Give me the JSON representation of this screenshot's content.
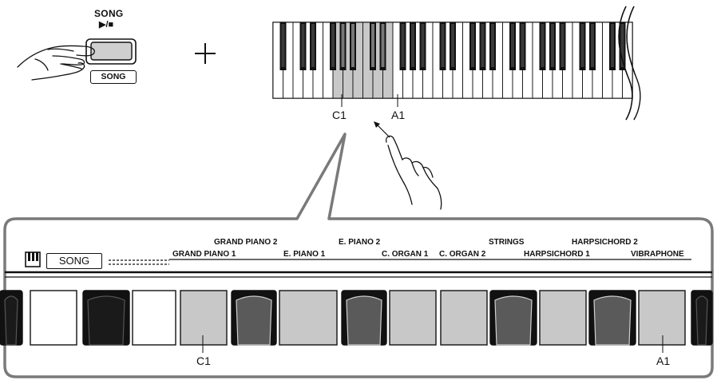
{
  "panel": {
    "song_title": "SONG",
    "play_stop_symbol": "▶/■",
    "song_button_label": "SONG"
  },
  "keyboard": {
    "label_c1": "C1",
    "label_a1": "A1"
  },
  "zoom": {
    "song_label": "SONG",
    "key_label_c1": "C1",
    "key_label_a1": "A1",
    "voices_upper": [
      "GRAND PIANO 2",
      "E. PIANO 2",
      "STRINGS",
      "HARPSICHORD 2"
    ],
    "voices_lower": [
      "GRAND PIANO 1",
      "E. PIANO 1",
      "C. ORGAN 1",
      "C. ORGAN 2",
      "HARPSICHORD 1",
      "VIBRAPHONE"
    ]
  },
  "colors": {
    "highlight_white_key": "#c8c8c8",
    "highlight_black_key": "#5a5a5a",
    "button_fill": "#cfcfcf"
  }
}
